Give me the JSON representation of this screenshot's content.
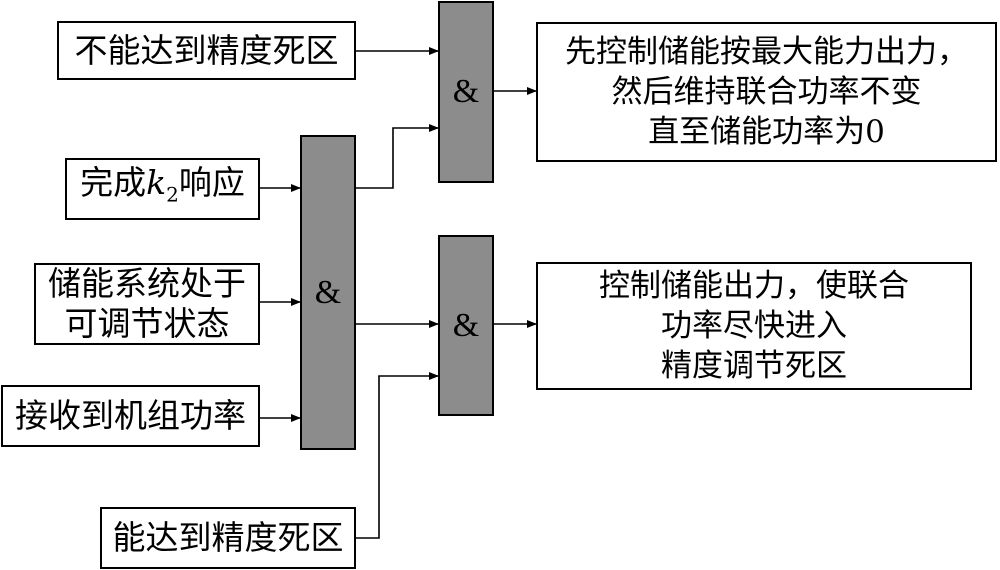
{
  "inputs": {
    "not_reach_deadband": "不能达到精度死区",
    "k2_prefix": "完成",
    "k2_var": "k",
    "k2_sub": "2",
    "k2_suffix": "响应",
    "storage_adjustable_line1": "储能系统处于",
    "storage_adjustable_line2": "可调节状态",
    "received_unit_power": "接收到机组功率",
    "reach_deadband": "能达到精度死区"
  },
  "gates": {
    "and_symbol": "&"
  },
  "outputs": {
    "top": "先控制储能按最大能力出力，\n然后维持联合功率不变\n直至储能功率为0",
    "bottom": "控制储能出力，使联合\n功率尽快进入\n精度调节死区"
  }
}
